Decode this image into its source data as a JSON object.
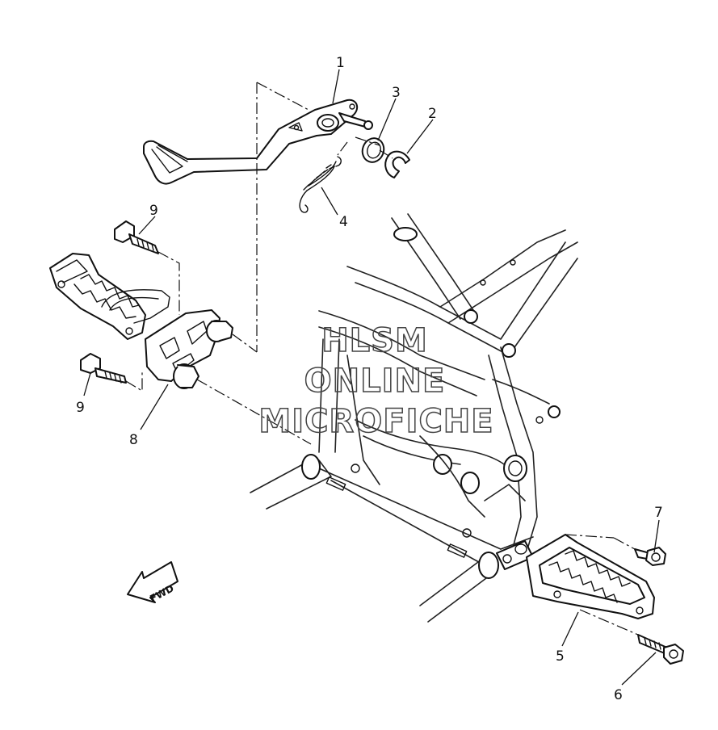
{
  "callouts": [
    {
      "id": "1",
      "label": "1"
    },
    {
      "id": "2",
      "label": "2"
    },
    {
      "id": "3",
      "label": "3"
    },
    {
      "id": "4",
      "label": "4"
    },
    {
      "id": "5",
      "label": "5"
    },
    {
      "id": "6",
      "label": "6"
    },
    {
      "id": "7",
      "label": "7"
    },
    {
      "id": "8",
      "label": "8"
    },
    {
      "id": "9a",
      "label": "9"
    },
    {
      "id": "9b",
      "label": "9"
    }
  ],
  "watermark": {
    "line1": "HLSM",
    "line2": "ONLINE",
    "line3": "MICROFICHE"
  },
  "direction_arrow": {
    "label": "FWD",
    "icon": "fwd-arrow-icon"
  },
  "colors": {
    "line": "#111111",
    "background": "#ffffff"
  }
}
